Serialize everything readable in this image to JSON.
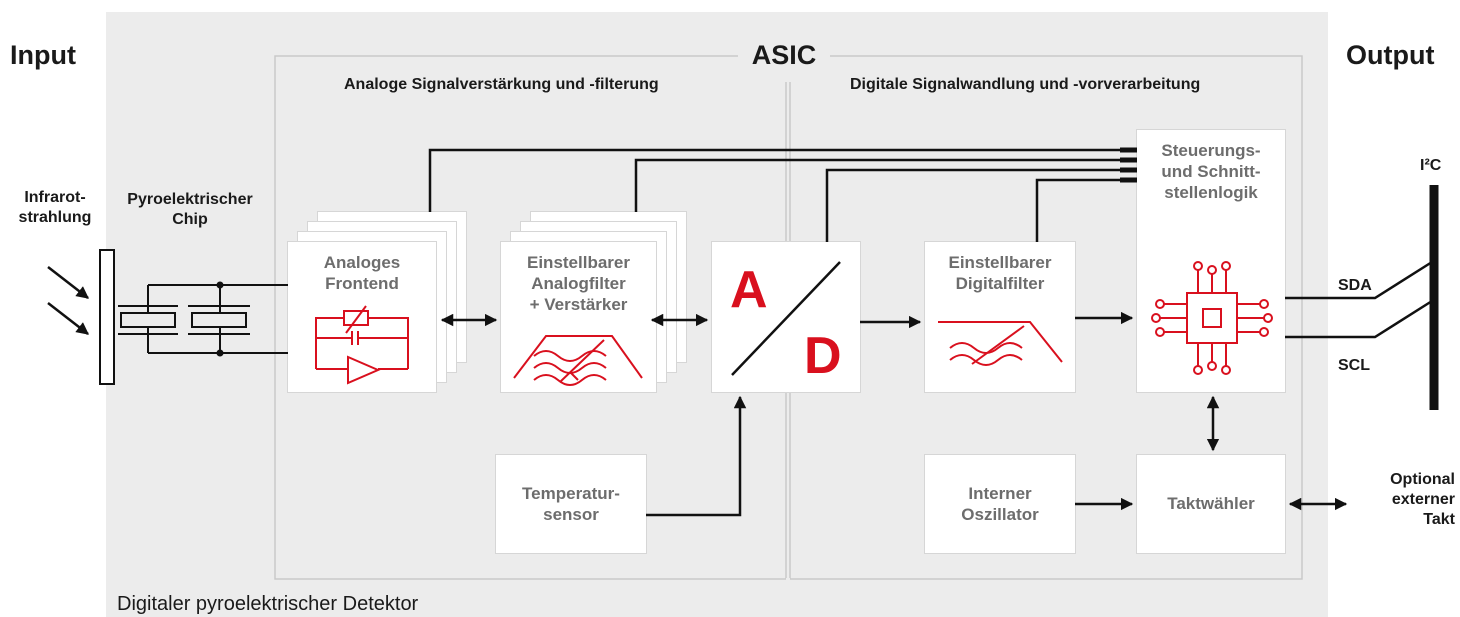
{
  "header": {
    "input": "Input",
    "output": "Output",
    "asic": "ASIC"
  },
  "sections": {
    "analog": "Analoge Signalverstärkung und -filterung",
    "digital": "Digitale Signalwandlung und -vorverarbeitung"
  },
  "inputs": {
    "infrared_line1": "Infrarot-",
    "infrared_line2": "strahlung",
    "pyro_line1": "Pyroelektrischer",
    "pyro_line2": "Chip"
  },
  "blocks": {
    "frontend_line1": "Analoges",
    "frontend_line2": "Frontend",
    "analogfilter_line1": "Einstellbarer",
    "analogfilter_line2": "Analogfilter",
    "analogfilter_line3": "+ Verstärker",
    "ad_a": "A",
    "ad_d": "D",
    "digitalfilter_line1": "Einstellbarer",
    "digitalfilter_line2": "Digitalfilter",
    "logic_line1": "Steuerungs-",
    "logic_line2": "und Schnitt-",
    "logic_line3": "stellenlogik",
    "temp_line1": "Temperatur-",
    "temp_line2": "sensor",
    "osc_line1": "Interner",
    "osc_line2": "Oszillator",
    "clock": "Taktwähler"
  },
  "outputs": {
    "i2c": "I²C",
    "sda": "SDA",
    "scl": "SCL",
    "ext_line1": "Optional",
    "ext_line2": "externer",
    "ext_line3": "Takt"
  },
  "footer": "Digitaler pyroelektrischer Detektor",
  "colors": {
    "accent": "#d9101e",
    "background": "#ececec",
    "box_text": "#6d6d6d"
  }
}
